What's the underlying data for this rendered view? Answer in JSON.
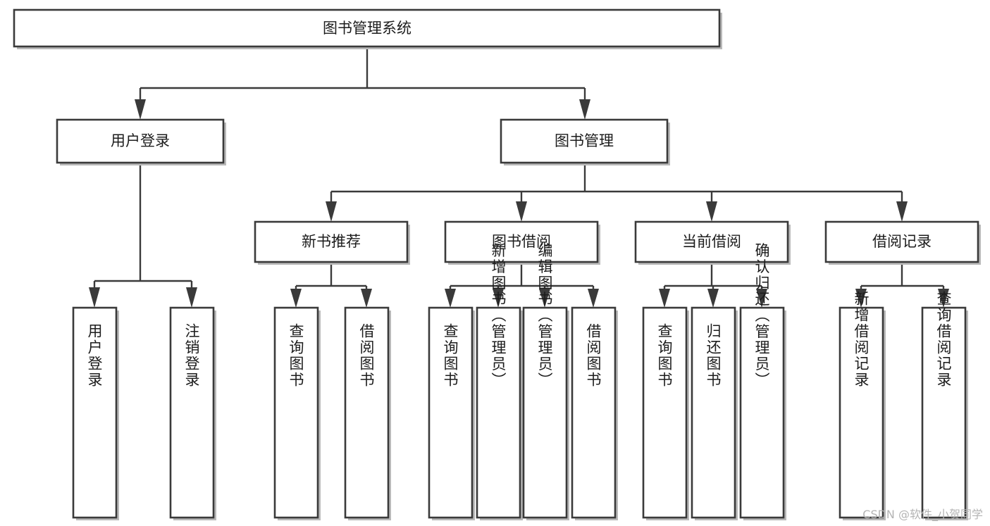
{
  "diagram": {
    "type": "tree-hierarchy",
    "title": "图书管理系统",
    "orientation": "top-down",
    "colors": {
      "box_stroke": "#3a3a3a",
      "box_fill": "#ffffff",
      "connector": "#3a3a3a",
      "text": "#1c1c1c",
      "watermark": "#b4b4b4",
      "background": "#ffffff"
    },
    "root": {
      "label": "图书管理系统"
    },
    "level2": [
      {
        "label": "用户登录"
      },
      {
        "label": "图书管理"
      }
    ],
    "level3": [
      {
        "label": "新书推荐"
      },
      {
        "label": "图书借阅"
      },
      {
        "label": "当前借阅"
      },
      {
        "label": "借阅记录"
      }
    ],
    "leaves": {
      "user_login": [
        {
          "label": "用户登录"
        },
        {
          "label": "注销登录"
        }
      ],
      "new_book_recommend": [
        {
          "label": "查询图书"
        },
        {
          "label": "借阅图书"
        }
      ],
      "book_borrow": [
        {
          "label": "查询图书"
        },
        {
          "label": "新增图书（管理员）"
        },
        {
          "label": "编辑图书（管理员）"
        },
        {
          "label": "借阅图书"
        }
      ],
      "current_borrow": [
        {
          "label": "查询图书"
        },
        {
          "label": "归还图书"
        },
        {
          "label": "确认归还（管理员）"
        }
      ],
      "borrow_record": [
        {
          "label": "新增借阅记录"
        },
        {
          "label": "查询借阅记录"
        }
      ]
    }
  },
  "watermark": {
    "text": "CSDN @软件_小贺同学"
  }
}
